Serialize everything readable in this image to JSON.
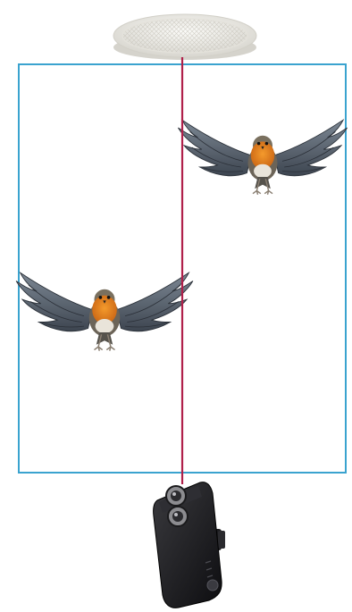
{
  "diagram": {
    "colors": {
      "background": "#ffffff",
      "detection_zone": "#3aa3cf",
      "beam": "#b0204a",
      "sensor": "#ecebe6",
      "camera": "#1a1a1c",
      "bird_wing": "#5f6b78",
      "bird_breast": "#e0791c"
    },
    "elements": [
      {
        "name": "ceiling-sensor",
        "icon": "ceiling-reflector-icon"
      },
      {
        "name": "detection-zone",
        "icon": "rectangle-outline"
      },
      {
        "name": "beam-line",
        "icon": "vertical-line"
      },
      {
        "name": "bird-upper-right",
        "icon": "robin-in-flight-icon"
      },
      {
        "name": "bird-middle-left",
        "icon": "robin-in-flight-icon"
      },
      {
        "name": "camera-unit",
        "icon": "camera-device-icon"
      }
    ]
  }
}
